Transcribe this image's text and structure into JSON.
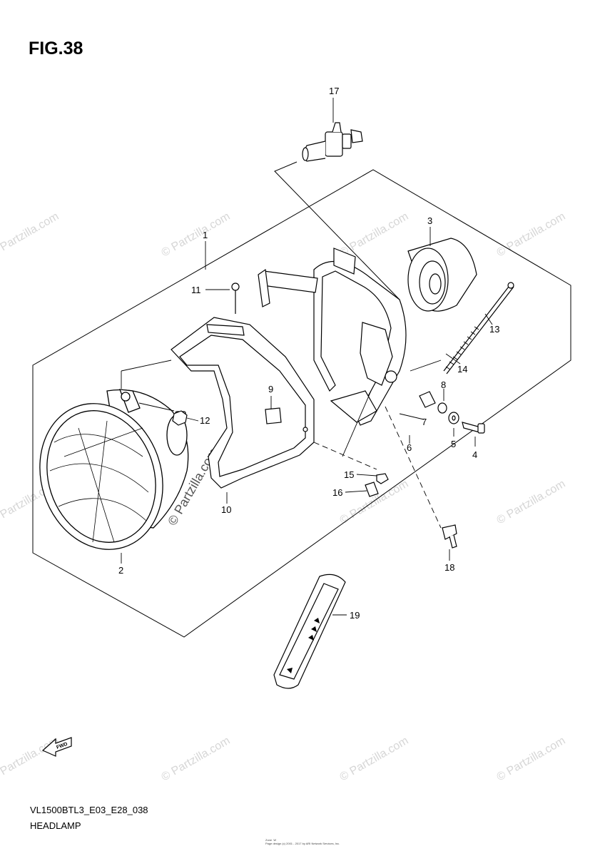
{
  "figure": {
    "title": "FIG.38"
  },
  "callouts": {
    "c1": "1",
    "c2": "2",
    "c3": "3",
    "c4": "4",
    "c5": "5",
    "c6": "6",
    "c7": "7",
    "c8": "8",
    "c9": "9",
    "c10": "10",
    "c11": "11",
    "c12": "12",
    "c13": "13",
    "c14": "14",
    "c15": "15",
    "c16": "16",
    "c17": "17",
    "c18": "18",
    "c19": "19"
  },
  "direction_label": "FWD",
  "watermark": {
    "text": "© Partzilla.com"
  },
  "footer": {
    "diagram_code": "VL1500BTL3_E03_E28_038",
    "diagram_name": "HEADLAMP",
    "fine_print_1": "Zone  W",
    "fine_print_2": "Page design (c) 2001 - 2017 by ARI Network Services, Inc."
  }
}
